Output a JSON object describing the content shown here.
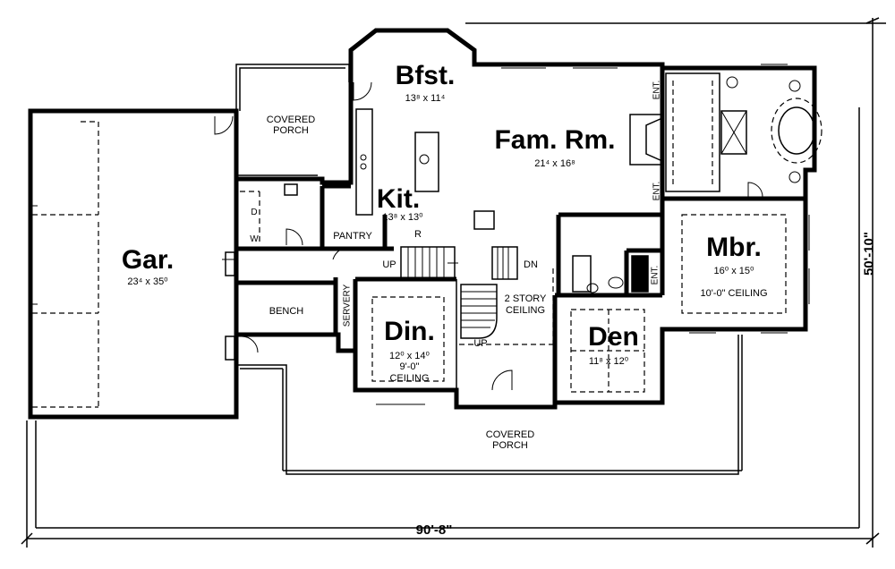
{
  "rooms": {
    "garage": {
      "name": "Gar.",
      "dims": "23⁴ x 35⁰"
    },
    "breakfast": {
      "name": "Bfst.",
      "dims": "13⁸ x 11⁴"
    },
    "family_room": {
      "name": "Fam. Rm.",
      "dims": "21⁴ x 16⁸"
    },
    "kitchen": {
      "name": "Kit.",
      "dims": "13⁸ x 13⁰"
    },
    "master_bedroom": {
      "name": "Mbr.",
      "dims": "16⁰ x 15⁰",
      "ceiling": "10'-0\" CEILING"
    },
    "dining": {
      "name": "Din.",
      "dims": "12⁰ x 14⁰",
      "ceiling_line1": "9'-0\"",
      "ceiling_line2": "CEILING"
    },
    "den": {
      "name": "Den",
      "dims": "11⁸ x 12⁰"
    }
  },
  "labels": {
    "covered_porch_rear_1": "COVERED",
    "covered_porch_rear_2": "PORCH",
    "covered_porch_front_1": "COVERED",
    "covered_porch_front_2": "PORCH",
    "pantry": "PANTRY",
    "bench": "BENCH",
    "servery": "SERVERY",
    "two_story_1": "2 STORY",
    "two_story_2": "CEILING",
    "up_left": "UP",
    "dn": "DN",
    "up_stair": "UP",
    "r": "R",
    "ent_1": "ENT.",
    "ent_2": "ENT.",
    "ent_3": "ENT.",
    "d": "D",
    "w": "W"
  },
  "dimensions": {
    "width": "90'-8\"",
    "depth": "50'-10\""
  }
}
